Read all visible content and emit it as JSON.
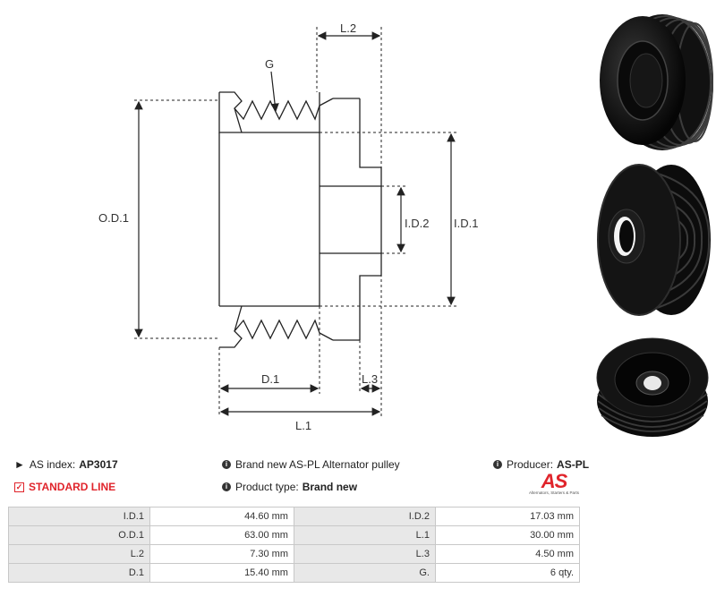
{
  "drawing": {
    "labels": {
      "l2": "L.2",
      "g": "G",
      "od1": "O.D.1",
      "id2": "I.D.2",
      "id1": "I.D.1",
      "d1": "D.1",
      "l3": "L.3",
      "l1": "L.1"
    }
  },
  "info": {
    "as_index_label": "AS index:",
    "as_index_value": "AP3017",
    "standard_line": "STANDARD LINE",
    "description": "Brand new AS-PL Alternator pulley",
    "product_type_label": "Product type:",
    "product_type_value": "Brand new",
    "producer_label": "Producer:",
    "producer_value": "AS-PL"
  },
  "logo": {
    "mark": "AS",
    "tagline": "Alternators, Starters & Parts"
  },
  "specs": [
    {
      "l1": "I.D.1",
      "v1": "44.60 mm",
      "l2": "I.D.2",
      "v2": "17.03 mm"
    },
    {
      "l1": "O.D.1",
      "v1": "63.00 mm",
      "l2": "L.1",
      "v2": "30.00 mm"
    },
    {
      "l1": "L.2",
      "v1": "7.30 mm",
      "l2": "L.3",
      "v2": "4.50 mm"
    },
    {
      "l1": "D.1",
      "v1": "15.40 mm",
      "l2": "G.",
      "v2": "6 qty."
    }
  ],
  "colors": {
    "brand_red": "#e0242b",
    "table_label_bg": "#e8e8e8",
    "table_border": "#c8c8c8"
  }
}
